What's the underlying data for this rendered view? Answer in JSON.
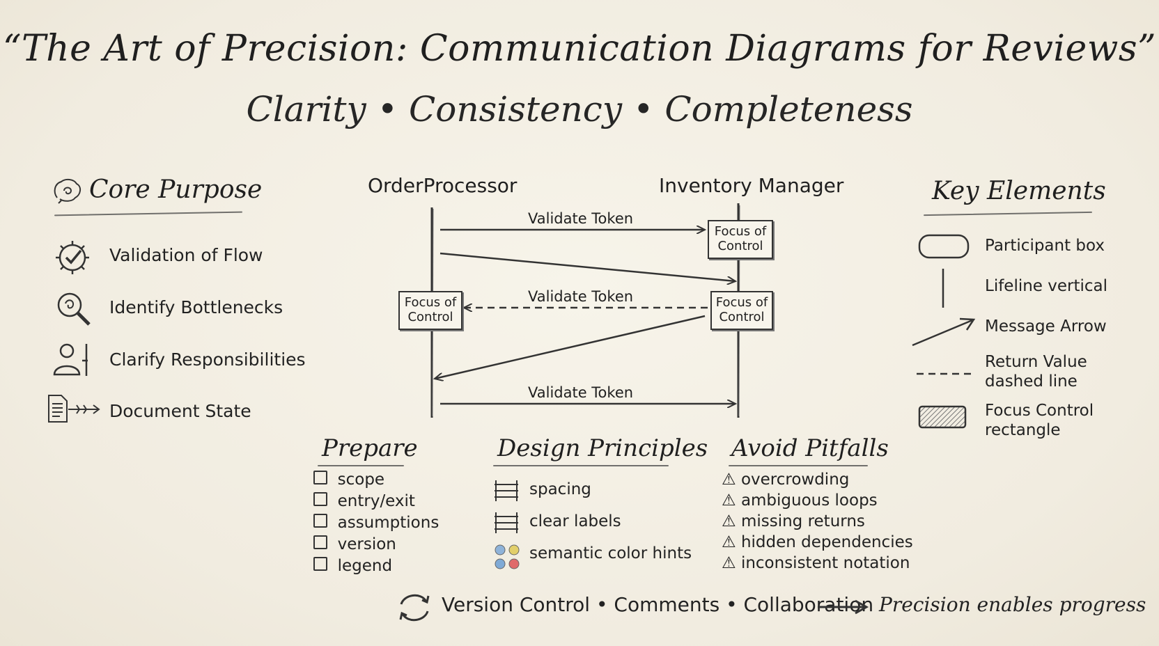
{
  "title": "“The Art of Precision: Communication Diagrams for Reviews”",
  "subtitle": "Clarity • Consistency • Completeness",
  "core_purpose": {
    "heading": "Core Purpose",
    "items": [
      {
        "label": "Validation of Flow",
        "icon": "gear-check-icon"
      },
      {
        "label": "Identify Bottlenecks",
        "icon": "magnifier-icon"
      },
      {
        "label": "Clarify Responsibilities",
        "icon": "person-icon"
      },
      {
        "label": "Document State",
        "icon": "document-arrow-icon"
      }
    ]
  },
  "sequence": {
    "participants": [
      "OrderProcessor",
      "Inventory Manager"
    ],
    "focus_label_line1": "Focus of",
    "focus_label_line2": "Control",
    "messages": [
      "Validate Token",
      "Validate Token",
      "Validate Token"
    ]
  },
  "key_elements": {
    "heading": "Key Elements",
    "items": [
      {
        "label": "Participant box",
        "icon": "participant-box-icon"
      },
      {
        "label": "Lifeline vertical",
        "icon": "lifeline-icon"
      },
      {
        "label": "Message Arrow",
        "icon": "message-arrow-icon"
      },
      {
        "label_line1": "Return Value",
        "label_line2": "dashed line",
        "icon": "dashed-line-icon"
      },
      {
        "label_line1": "Focus Control",
        "label_line2": "rectangle",
        "icon": "focus-rectangle-icon"
      }
    ]
  },
  "prepare": {
    "heading": "Prepare",
    "items": [
      "scope",
      "entry/exit",
      "assumptions",
      "version",
      "legend"
    ]
  },
  "design_principles": {
    "heading": "Design Principles",
    "items": [
      "spacing",
      "clear labels",
      "semantic color hints"
    ],
    "colors": [
      "#8fb3d9",
      "#e2cf6a",
      "#7faad6",
      "#e06a6a"
    ]
  },
  "avoid_pitfalls": {
    "heading": "Avoid Pitfalls",
    "items": [
      "overcrowding",
      "ambiguous loops",
      "missing returns",
      "hidden dependencies",
      "inconsistent notation"
    ]
  },
  "footer": {
    "left": "Version Control • Comments • Collaboration",
    "right": "Precision enables progress",
    "icon": "refresh-cycle-icon"
  }
}
